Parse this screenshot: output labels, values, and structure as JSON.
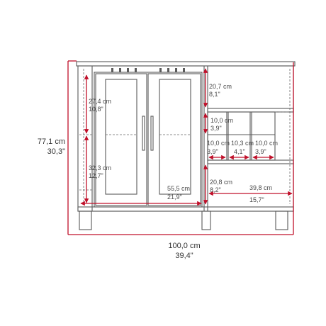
{
  "accent_color": "#c0102a",
  "line_color": "#5a5a5a",
  "overall": {
    "height_cm": "77,1 cm",
    "height_in": "30,3\"",
    "width_cm": "100,0 cm",
    "width_in": "39,4\""
  },
  "dimensions": {
    "door_upper_cm": "27,4 cm",
    "door_upper_in": "10,8\"",
    "door_lower_cm": "32,3 cm",
    "door_lower_in": "12,7\"",
    "door_width_cm": "55,5 cm",
    "door_width_in": "21,9\"",
    "top_shelf_cm": "20,7 cm",
    "top_shelf_in": "8,1\"",
    "cubby_height_cm": "10,0 cm",
    "cubby_height_in": "3,9\"",
    "cubby_left_cm": "10,0 cm",
    "cubby_left_in": "3,9\"",
    "cubby_mid_cm": "10,3 cm",
    "cubby_mid_in": "4,1\"",
    "cubby_right_cm": "10,0 cm",
    "cubby_right_in": "3,9\"",
    "bottom_shelf_cm": "20,8 cm",
    "bottom_shelf_in": "8,2\"",
    "bottom_width_cm": "39,8 cm",
    "bottom_width_in": "15,7\""
  }
}
